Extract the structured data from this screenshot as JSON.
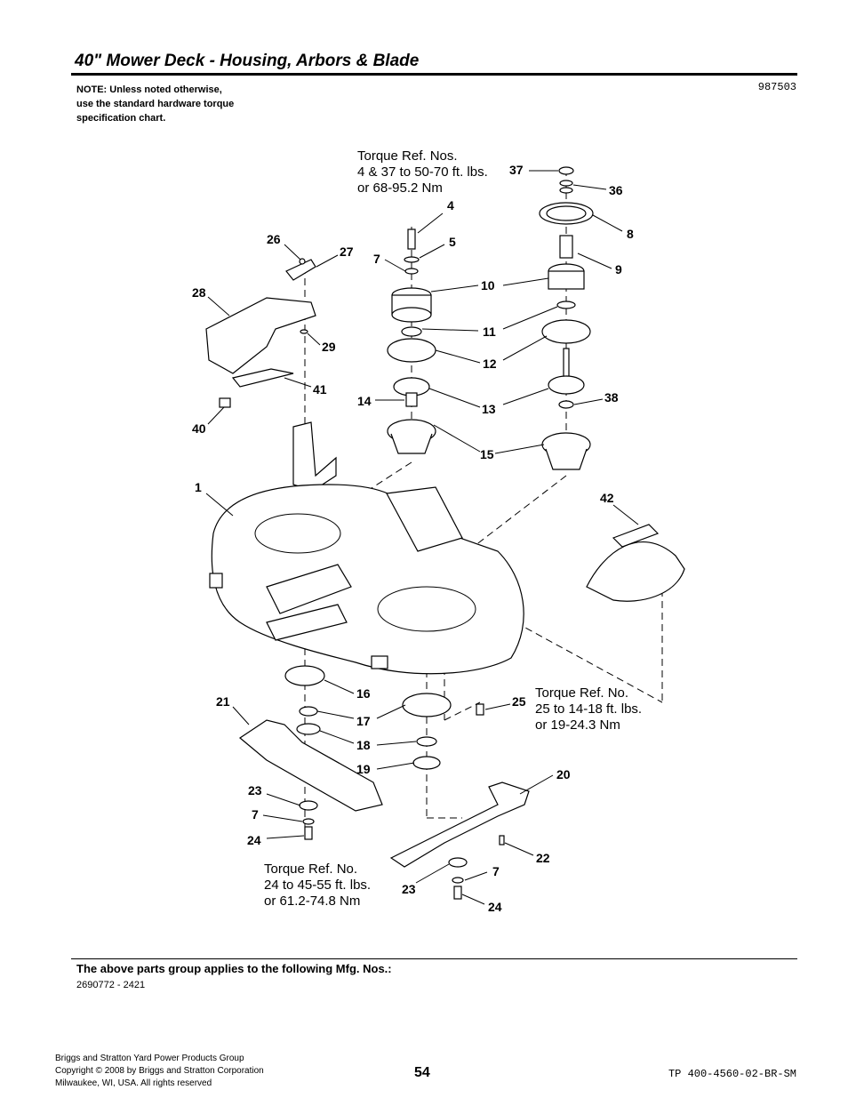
{
  "header": {
    "title": "40\" Mower Deck - Housing, Arbors & Blade",
    "note_lines": [
      "NOTE: Unless noted otherwise,",
      "use the standard hardware torque",
      "specification chart."
    ],
    "doc_number": "987503"
  },
  "torque_notes": {
    "a": [
      "Torque Ref. Nos.",
      "4 & 37 to 50-70 ft. lbs.",
      "or 68-95.2 Nm"
    ],
    "b": [
      "Torque Ref. No.",
      "25 to 14-18 ft. lbs.",
      "or 19-24.3 Nm"
    ],
    "c": [
      "Torque Ref. No.",
      "24 to 45-55 ft. lbs.",
      "or 61.2-74.8 Nm"
    ]
  },
  "callouts": [
    "37",
    "36",
    "4",
    "8",
    "5",
    "9",
    "26",
    "27",
    "7",
    "10",
    "28",
    "11",
    "29",
    "12",
    "41",
    "14",
    "13",
    "38",
    "40",
    "15",
    "1",
    "42",
    "16",
    "21",
    "25",
    "17",
    "18",
    "19",
    "20",
    "23",
    "7",
    "24",
    "22",
    "23",
    "7",
    "24"
  ],
  "applies": {
    "title": "The above parts group applies to the following Mfg. Nos.:",
    "numbers": "2690772 - 2421"
  },
  "footer": {
    "left_lines": [
      "Briggs and Stratton Yard Power Products Group",
      "Copyright ©  2008 by Briggs and Stratton Corporation",
      "Milwaukee, WI, USA. All rights reserved"
    ],
    "page_number": "54",
    "doc_code": "TP 400-4560-02-BR-SM"
  }
}
